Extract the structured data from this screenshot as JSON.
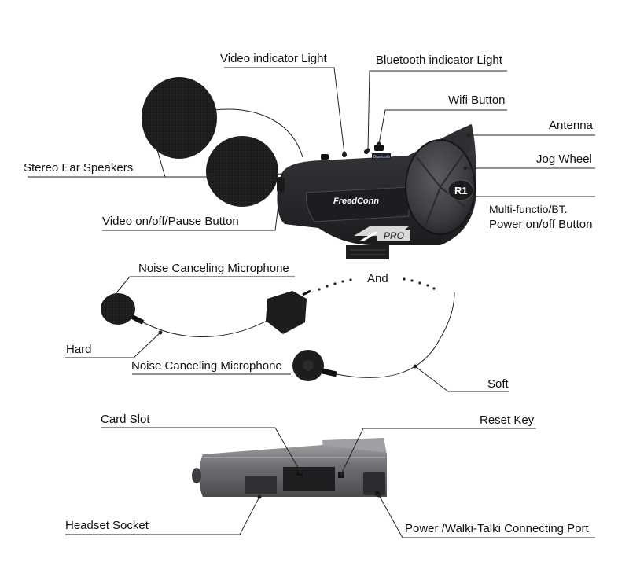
{
  "brand": {
    "logo_text": "FreedConn",
    "model_badge": "R1",
    "pro_badge": "PRO",
    "bluetooth_mark": "Bluetooth"
  },
  "labels": {
    "video_indicator": "Video indicator Light",
    "bluetooth_indicator": "Bluetooth indicator Light",
    "wifi_button": "Wifi Button",
    "antenna": "Antenna",
    "jog_wheel": "Jog Wheel",
    "stereo_speakers": "Stereo Ear Speakers",
    "video_button": "Video on/off/Pause Button",
    "multi_function_1": "Multi-functio/BT.",
    "multi_function_2": "Power on/off Button",
    "noise_mic_top": "Noise Canceling Microphone",
    "and": "And",
    "hard": "Hard",
    "noise_mic_bottom": "Noise Canceling Microphone",
    "soft": "Soft",
    "card_slot": "Card Slot",
    "reset_key": "Reset Key",
    "headset_socket": "Headset Socket",
    "power_port": "Power /Walki-Talki Connecting Port"
  },
  "colors": {
    "device_body": "#2a2b2e",
    "device_dark": "#1a1b1d",
    "foam": "#1c1c1c",
    "label_text": "#111111",
    "leader_line": "#222222",
    "accent_stripe": "#d8d8d8",
    "side_view_grey": "#6e6f72"
  }
}
